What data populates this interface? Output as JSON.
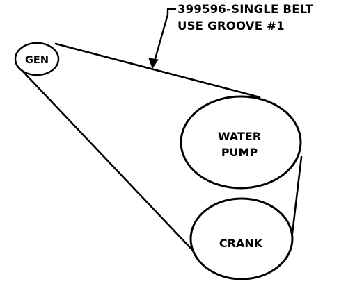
{
  "callout": {
    "line1": "399596-SINGLE BELT",
    "line2": "USE GROOVE #1"
  },
  "pulleys": {
    "generator": "GEN",
    "water_pump_line1": "WATER",
    "water_pump_line2": "PUMP",
    "crank": "CRANK"
  }
}
